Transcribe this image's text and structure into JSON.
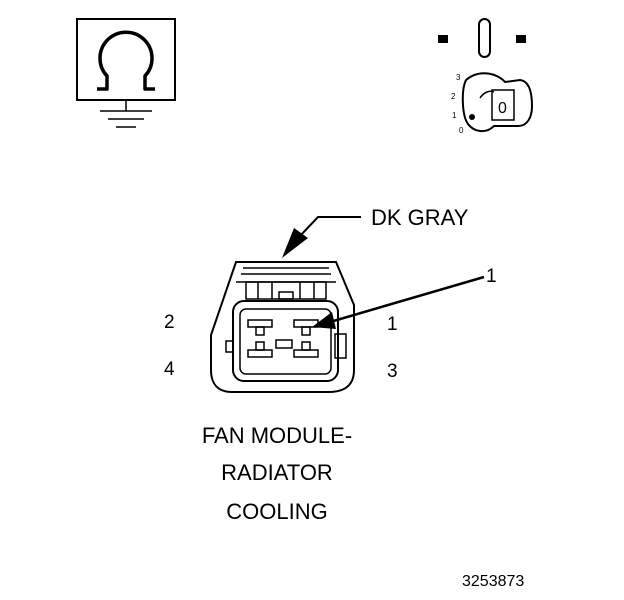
{
  "wire_color_label": "DK GRAY",
  "callout_number": "1",
  "pin_labels": {
    "top_left": "2",
    "top_right": "1",
    "bottom_left": "4",
    "bottom_right": "3"
  },
  "connector_name": {
    "line1": "FAN MODULE-",
    "line2": "RADIATOR",
    "line3": "COOLING"
  },
  "figure_number": "3253873",
  "ignition_key": {
    "positions": [
      "3",
      "2",
      "1",
      "0"
    ],
    "key_label": "0"
  },
  "icons": {
    "meter": "ohmmeter-ground-icon",
    "ignition": "ignition-key-off-icon"
  }
}
